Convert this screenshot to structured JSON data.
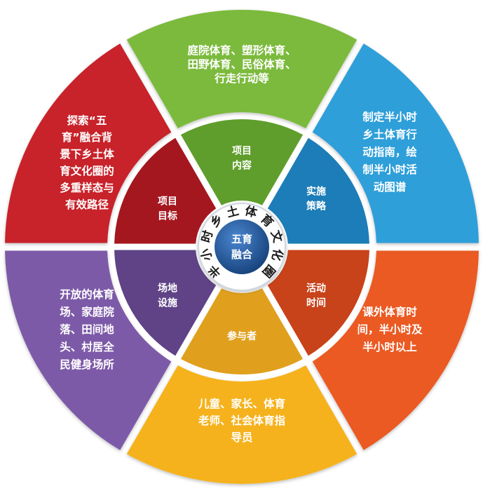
{
  "center": {
    "title_lines": [
      "五育",
      "融合"
    ],
    "ring_text": "半小时乡土体育文化圈"
  },
  "segments": [
    {
      "id": "top",
      "outer_lines": [
        "庭院体育、塑形体育、",
        "田野体育、民俗体育、",
        "行走行动等"
      ],
      "inner_lines": [
        "项目",
        "内容"
      ],
      "outer_color": "#7cba3d",
      "inner_color": "#5f9e2c"
    },
    {
      "id": "upper-right",
      "outer_lines": [
        "制定半小时",
        "乡土体育行",
        "动指南，绘",
        "制半小时活",
        "动图谱"
      ],
      "inner_lines": [
        "实施",
        "策略"
      ],
      "outer_color": "#2e9fd9",
      "inner_color": "#1c7db8"
    },
    {
      "id": "lower-right",
      "outer_lines": [
        "课外体育时",
        "间，半小时及",
        "半小时以上"
      ],
      "inner_lines": [
        "活动",
        "时间"
      ],
      "outer_color": "#ea5a24",
      "inner_color": "#c8421a"
    },
    {
      "id": "bottom",
      "outer_lines": [
        "儿童、家长、体育",
        "老师、社会体育指",
        "导员"
      ],
      "inner_lines": [
        "参与者"
      ],
      "outer_color": "#f5b21e",
      "inner_color": "#e0a01e"
    },
    {
      "id": "lower-left",
      "outer_lines": [
        "开放的体育",
        "场、家庭院",
        "落、田间地",
        "头、村居全",
        "民健身场所"
      ],
      "inner_lines": [
        "场地",
        "设施"
      ],
      "outer_color": "#7d5aa8",
      "inner_color": "#5f4386"
    },
    {
      "id": "upper-left",
      "outer_lines": [
        "探索“五",
        "育”融合背",
        "景下乡土体",
        "育文化圈的",
        "多重样态与",
        "有效路径"
      ],
      "inner_lines": [
        "项目",
        "目标"
      ],
      "outer_color": "#c8202b",
      "inner_color": "#a5171f"
    }
  ],
  "colors": {
    "core_fill": "#1f5a9e",
    "ring_fill": "#ffffff",
    "ring_border": "#cfd6de"
  }
}
